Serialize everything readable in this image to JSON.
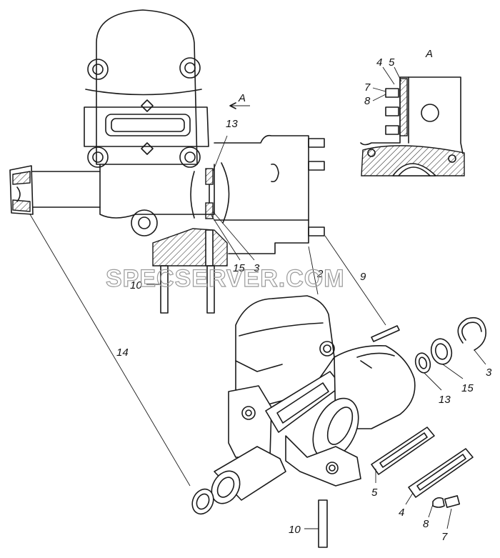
{
  "watermark": "SPECSERVER.COM",
  "view_labels": {
    "section_marker": "A",
    "detail_title": "A"
  },
  "callouts": {
    "c2": "2",
    "c9": "9",
    "c3_top": "3",
    "c15_top": "15",
    "c13_top": "13",
    "c10_top": "10",
    "c14": "14",
    "c4_detail": "4",
    "c5_detail": "5",
    "c7_detail": "7",
    "c8_detail": "8",
    "c3_bottom": "3",
    "c15_bottom": "15",
    "c13_bottom": "13",
    "c5_bottom": "5",
    "c4_bottom": "4",
    "c8_bottom": "8",
    "c7_bottom": "7",
    "c10_bottom": "10"
  }
}
